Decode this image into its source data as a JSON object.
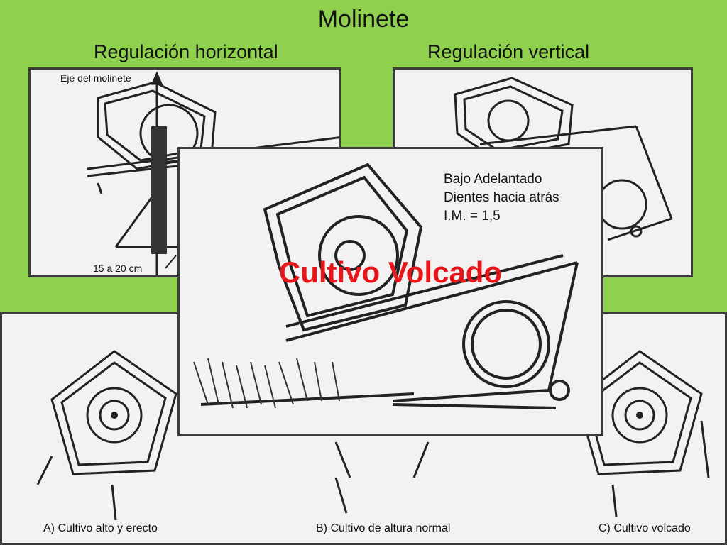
{
  "slide": {
    "title": "Molinete",
    "subtitle_left": "Regulación horizontal",
    "subtitle_right": "Regulación vertical",
    "background_color": "#8fd14f"
  },
  "panel_horizontal": {
    "axis_label": "Eje del molinete",
    "distance_label": "15 a 20 cm"
  },
  "panel_center": {
    "notes": [
      "Bajo  Adelantado",
      "Dientes hacia atrás",
      "I.M. = 1,5"
    ],
    "overlay_text": "Cultivo Volcado",
    "overlay_color": "#e8161b"
  },
  "panel_bottom": {
    "caption_a": "A) Cultivo alto y erecto",
    "caption_b": "B) Cultivo de altura normal",
    "caption_c": "C) Cultivo volcado"
  }
}
